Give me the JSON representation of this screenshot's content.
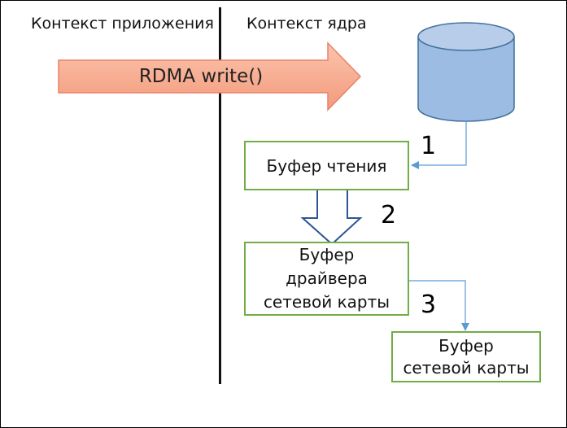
{
  "contexts": {
    "app_label": "Контекст приложения",
    "kernel_label": "Контекст ядра"
  },
  "rdma_arrow": {
    "label": "RDMA write()"
  },
  "boxes": {
    "read_buffer": [
      "Буфер чтения"
    ],
    "driver_buffer": [
      "Буфер",
      "драйвера",
      "сетевой карты"
    ],
    "nic_buffer": [
      "Буфер",
      "сетевой карты"
    ]
  },
  "steps": [
    "1",
    "2",
    "3"
  ],
  "colors": {
    "arrow_fill": "#f8a88a",
    "arrow_stroke": "#e8826a",
    "box_border": "#70ad47",
    "cylinder_fill": "#9dbce3",
    "cylinder_stroke": "#41719c",
    "connector": "#5b9bd5",
    "block_arrow_stroke": "#2e5597"
  }
}
